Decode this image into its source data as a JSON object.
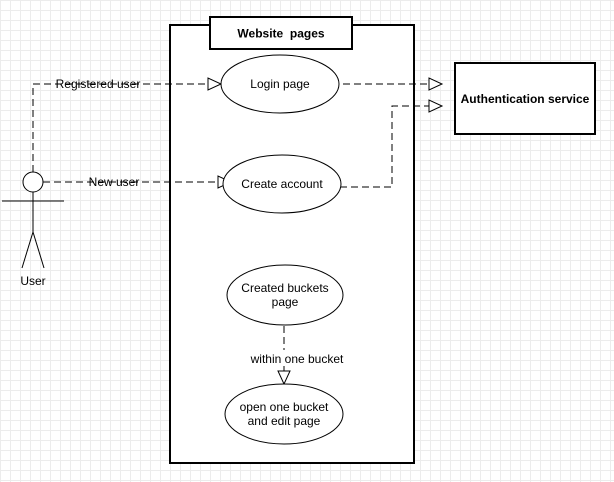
{
  "diagram": {
    "system_boundary": {
      "title": "Website  pages"
    },
    "actor": {
      "label": "User"
    },
    "external_system": {
      "label": "Authentication service"
    },
    "use_cases": {
      "login": {
        "label": "Login page"
      },
      "create_account": {
        "label": "Create account"
      },
      "created_buckets": {
        "line1": "Created buckets",
        "line2": "page"
      },
      "open_bucket": {
        "line1": "open one bucket",
        "line2": "and edit page"
      }
    },
    "edges": {
      "registered_user": {
        "label": "Registered user"
      },
      "new_user": {
        "label": "New user"
      },
      "within_one_bucket": {
        "label": "within one bucket"
      }
    }
  }
}
